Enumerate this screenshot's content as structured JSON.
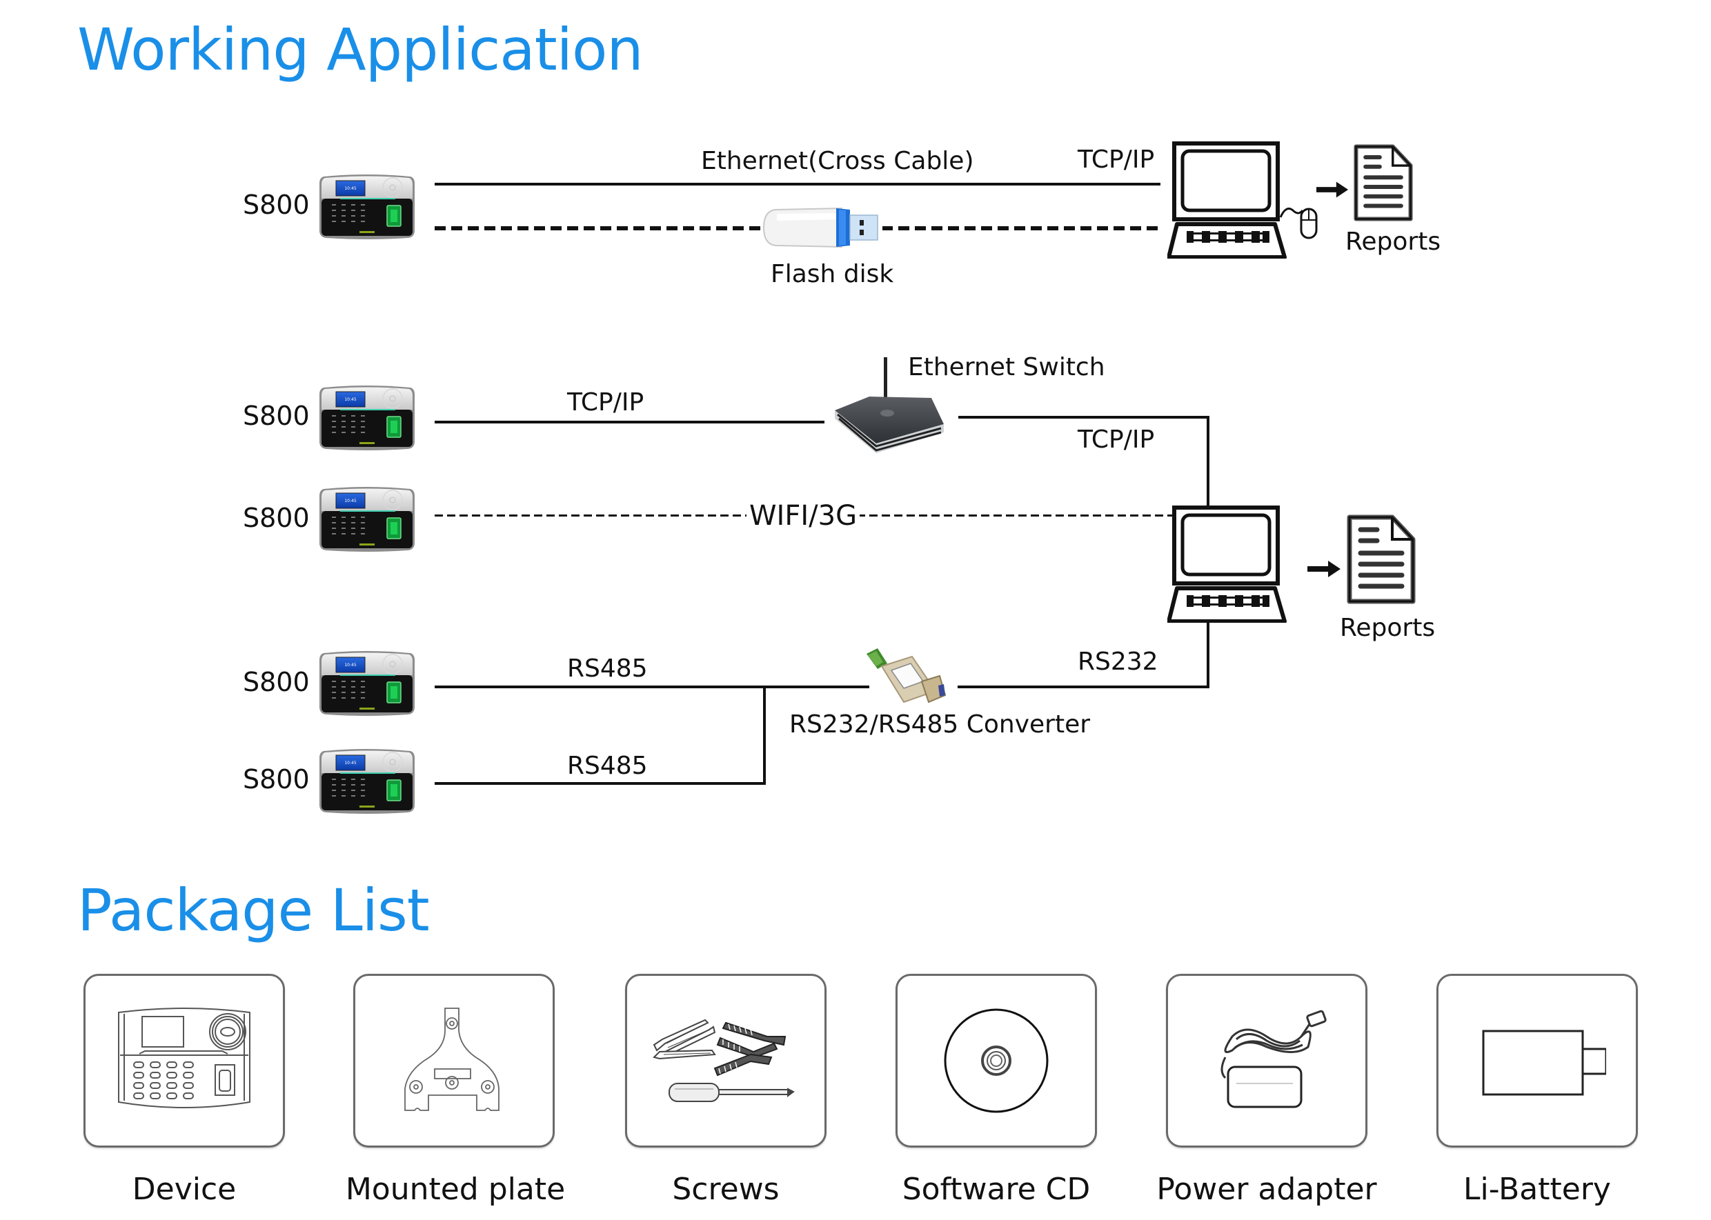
{
  "sections": {
    "working_application": {
      "title": "Working Application"
    },
    "package_list": {
      "title": "Package List"
    }
  },
  "colors": {
    "accent": "#1a8fe8",
    "line": "#111111",
    "box_border": "#6a6a6a"
  },
  "diagram": {
    "device_label": "S800",
    "devices": [
      "S800",
      "S800",
      "S800",
      "S800",
      "S800"
    ],
    "row1": {
      "link_label": "Ethernet(Cross Cable)",
      "protocol_label": "TCP/IP",
      "flash_label": "Flash disk",
      "reports_label": "Reports"
    },
    "row2": {
      "tcp_label": "TCP/IP",
      "switch_label": "Ethernet Switch",
      "switch_to_pc_label": "TCP/IP",
      "wifi_label": "WIFI/3G",
      "reports_label": "Reports",
      "rs485_label_1": "RS485",
      "rs485_label_2": "RS485",
      "rs232_label": "RS232",
      "converter_label": "RS232/RS485 Converter"
    }
  },
  "package": {
    "items": [
      {
        "label": "Device",
        "icon": "device-icon"
      },
      {
        "label": "Mounted plate",
        "icon": "mounting-plate-icon"
      },
      {
        "label": "Screws",
        "icon": "screws-icon"
      },
      {
        "label": "Software CD",
        "icon": "cd-icon"
      },
      {
        "label": "Power adapter",
        "icon": "power-adapter-icon"
      },
      {
        "label": "Li-Battery",
        "icon": "battery-icon"
      }
    ]
  }
}
